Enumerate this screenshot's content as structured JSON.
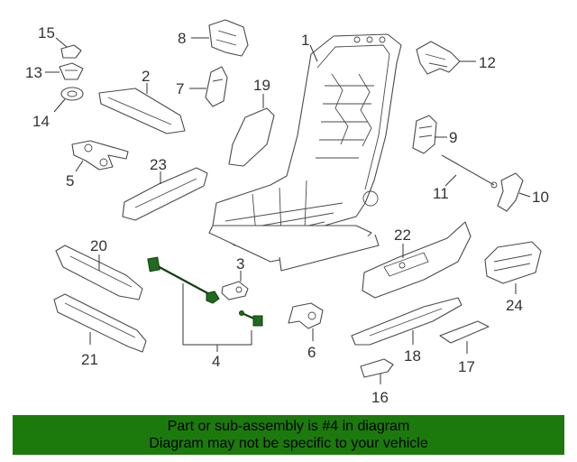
{
  "callouts": {
    "n1": "1",
    "n2": "2",
    "n3": "3",
    "n4": "4",
    "n5": "5",
    "n6": "6",
    "n7": "7",
    "n8": "8",
    "n9": "9",
    "n10": "10",
    "n11": "11",
    "n12": "12",
    "n13": "13",
    "n14": "14",
    "n15": "15",
    "n16": "16",
    "n17": "17",
    "n18": "18",
    "n19": "19",
    "n20": "20",
    "n21": "21",
    "n22": "22",
    "n23": "23",
    "n24": "24"
  },
  "banner": {
    "line1": "Part or sub-assembly is #4 in diagram",
    "line2": "Diagram may not be specific to your vehicle"
  },
  "colors": {
    "banner_bg": "#1c7a0d",
    "highlight_part": "#1f6b1f"
  }
}
